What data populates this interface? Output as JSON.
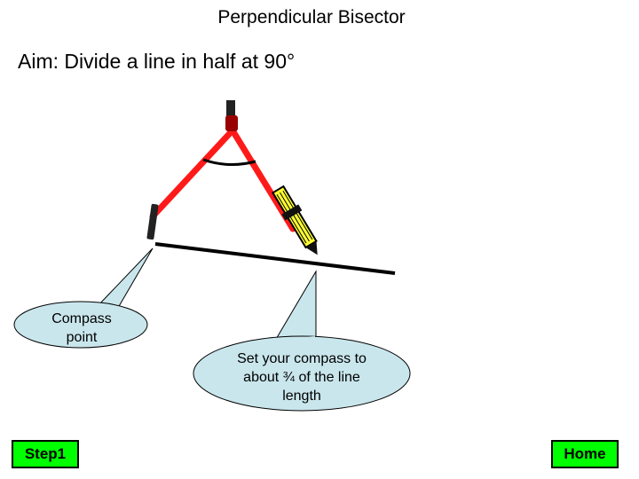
{
  "slide": {
    "title": "Perpendicular Bisector",
    "aim": "Aim: Divide a line in half at 90°"
  },
  "callouts": {
    "compass_point_line1": "Compass",
    "compass_point_line2": "point",
    "instruction_line1": "Set your compass to",
    "instruction_line2": "about ¾ of the line",
    "instruction_line3": "length"
  },
  "nav": {
    "step_label": "Step1",
    "home_label": "Home"
  },
  "colors": {
    "compass_arm": "#ff1a1a",
    "pencil": "#ffff33",
    "callout_fill": "#c9e6ec",
    "button": "#00ff00"
  }
}
